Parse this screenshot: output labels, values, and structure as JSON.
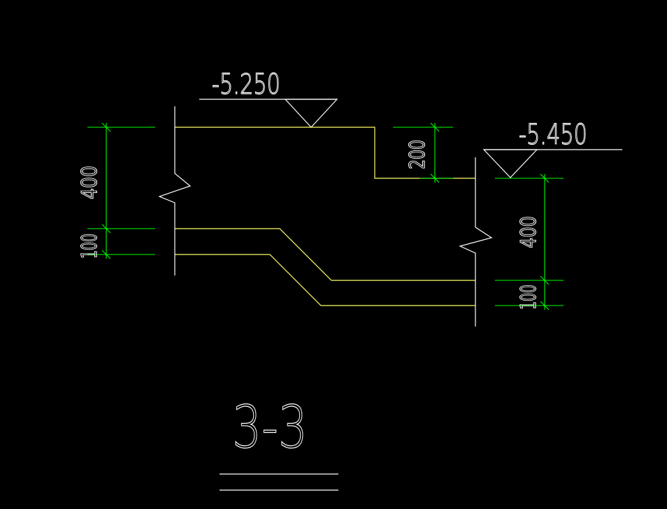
{
  "drawing": {
    "section_title": "3-3",
    "elevations": {
      "left": "-5.250",
      "right": "-5.450"
    },
    "dimensions": {
      "left_upper": "400",
      "left_lower": "100",
      "middle_step": "200",
      "right_upper": "400",
      "right_lower": "100"
    },
    "colors": {
      "background": "#000000",
      "outline": "#ffffff",
      "slab_lines": "#ffff66",
      "dimension_lines": "#00ff00"
    }
  }
}
